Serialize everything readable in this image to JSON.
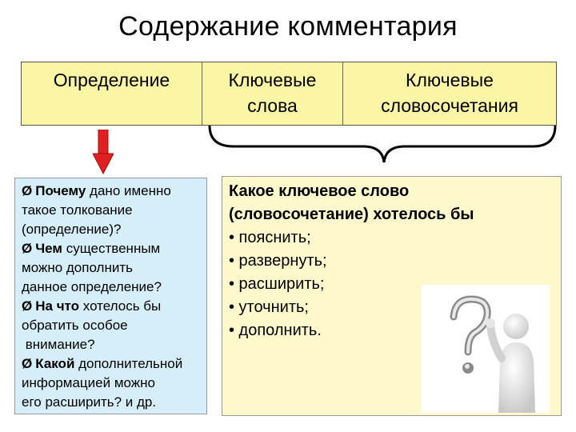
{
  "title": "Содержание комментария",
  "header": {
    "col1": "Определение",
    "col2_line1": "Ключевые",
    "col2_line2": "слова",
    "col3_line1": "Ключевые",
    "col3_line2": "словосочетания"
  },
  "questions": {
    "marker": "Ø",
    "q1_bold": "Почему",
    "q1_rest": " дано именно",
    "q1_line2": "такое толкование",
    "q1_line3": "(определение)?",
    "q2_bold": "Чем",
    "q2_rest": " существенным",
    "q2_line2": "можно дополнить",
    "q2_line3": "данное определение?",
    "q3_bold": "На что",
    "q3_rest": " хотелось бы",
    "q3_line2": "обратить особое",
    "q3_line3": " внимание?",
    "q4_bold": "Какой",
    "q4_rest": " дополнительной",
    "q4_line2": "информацией можно",
    "q4_line3": "его расширить? и др."
  },
  "answers": {
    "lead1": "Какое ключевое слово",
    "lead2": "(словосочетание) хотелось бы",
    "items": [
      "• пояснить;",
      "• развернуть;",
      "• расширить;",
      "• уточнить;",
      "• дополнить."
    ]
  },
  "colors": {
    "header_bg": "#fbf5a6",
    "question_bg": "#d6eef8",
    "answer_bg": "#fdf9cc",
    "arrow": "#e02020"
  },
  "icons": {
    "figure": "person-with-question-mark-icon",
    "arrow": "arrow-down-icon",
    "brace": "curly-brace-icon"
  }
}
